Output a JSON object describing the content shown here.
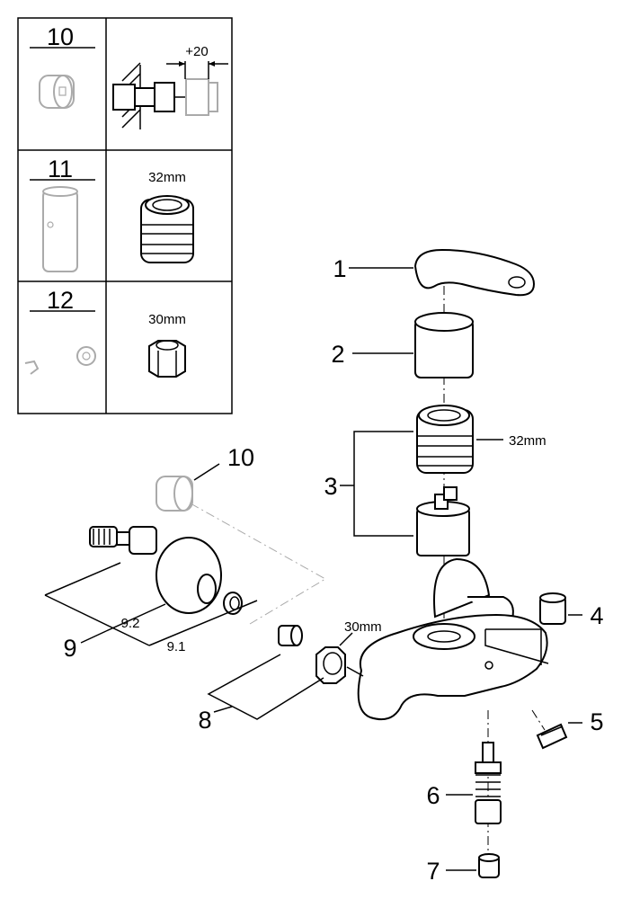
{
  "table": {
    "rows": [
      {
        "number": "10",
        "dimension": "+20"
      },
      {
        "number": "11",
        "dimension": "32mm"
      },
      {
        "number": "12",
        "dimension": "30mm"
      }
    ]
  },
  "callouts": {
    "p1": "1",
    "p2": "2",
    "p3": "3",
    "p4": "4",
    "p5": "5",
    "p6": "6",
    "p7": "7",
    "p8": "8",
    "p9": "9",
    "p9_1": "9.1",
    "p9_2": "9.2",
    "p10": "10",
    "cartridge_size": "32mm",
    "nut_size": "30mm"
  }
}
